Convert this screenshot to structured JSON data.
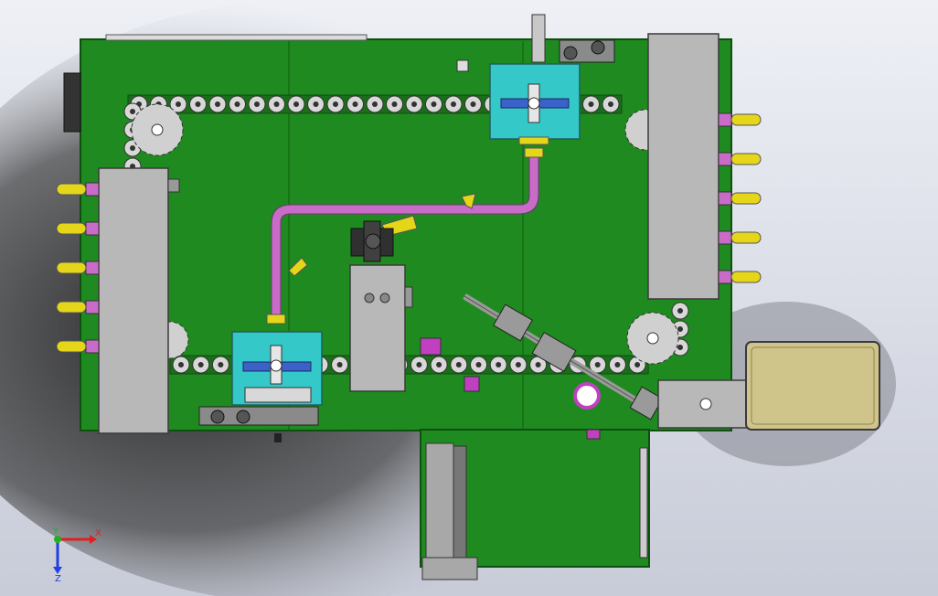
{
  "viewport": {
    "background_top": "#eef0f6",
    "background_bottom": "#c8ccd8",
    "shadow": "#2a2a2a"
  },
  "colors": {
    "board": "#1f8a1f",
    "board_edge": "#0f4f0f",
    "housing": "#b8b8b8",
    "housing_edge": "#3a3a3a",
    "conveyor_link": "#d8d8d8",
    "pipe": "#c86cc8",
    "nozzle": "#e6d61a",
    "station": "#35c8c8",
    "station_bar": "#3b62c8",
    "tray": "#cfc48a",
    "accent_magenta": "#c040c0",
    "dark_part": "#303030"
  },
  "axis_triad": {
    "x_label": "X",
    "y_label": "Y",
    "z_label": "Z",
    "x_color": "#e02020",
    "y_color": "#20b020",
    "z_color": "#2040e0"
  },
  "components": {
    "left_feeder": {
      "nozzle_count": 5
    },
    "right_feeder": {
      "nozzle_count": 5
    },
    "top_conveyor": {
      "link_count": 25
    },
    "bottom_conveyor": {
      "link_count": 24
    },
    "left_chain": {
      "link_count": 4
    },
    "right_chain": {
      "link_count": 3
    }
  }
}
